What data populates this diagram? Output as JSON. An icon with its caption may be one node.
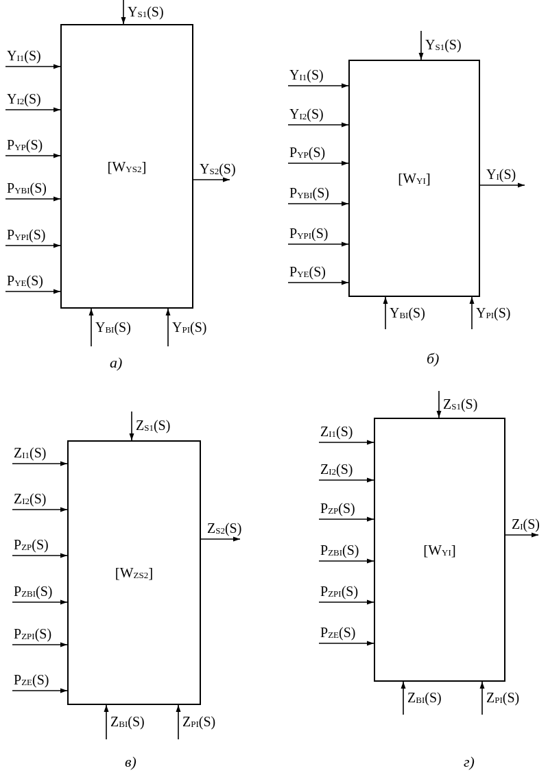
{
  "diagram": {
    "nodes": [
      {
        "text": [
          "[W$_{YS2}$]"
        ]
      },
      {
        "text": [
          "[W$_{YI}$]"
        ]
      },
      {
        "text": [
          "[W$_{ZS2}$]"
        ]
      },
      {
        "text": [
          "[W$_{YI}$]"
        ]
      }
    ],
    "edges": [
      {
        "from": null,
        "to": 0,
        "arrow": "to",
        "label": "Y$_{S1}$(S)"
      },
      {
        "from": null,
        "to": 0,
        "arrow": "to",
        "label": "Y$_{I1}$(S)"
      },
      {
        "from": null,
        "to": 0,
        "arrow": "to",
        "label": "Y$_{I2}$(S)"
      },
      {
        "from": null,
        "to": 0,
        "arrow": "to",
        "label": "P$_{YP}$(S)"
      },
      {
        "from": null,
        "to": 0,
        "arrow": "to",
        "label": "P$_{YBI}$(S)"
      },
      {
        "from": null,
        "to": 0,
        "arrow": "to",
        "label": "P$_{YPI}$(S)"
      },
      {
        "from": null,
        "to": 0,
        "arrow": "to",
        "label": "P$_{YE}$(S)"
      },
      {
        "from": 0,
        "to": null,
        "arrow": "to",
        "label": "Y$_{S2}$(S)"
      },
      {
        "from": null,
        "to": 0,
        "arrow": "to",
        "label": "Y$_{BI}$(S)"
      },
      {
        "from": null,
        "to": 0,
        "arrow": "to",
        "label": "Y$_{PI}$(S)"
      },
      {
        "from": null,
        "to": 1,
        "arrow": "to",
        "label": "Y$_{S1}$(S)"
      },
      {
        "from": null,
        "to": 1,
        "arrow": "to",
        "label": "Y$_{I1}$(S)"
      },
      {
        "from": null,
        "to": 1,
        "arrow": "to",
        "label": "Y$_{I2}$(S)"
      },
      {
        "from": null,
        "to": 1,
        "arrow": "to",
        "label": "P$_{YP}$(S)"
      },
      {
        "from": null,
        "to": 1,
        "arrow": "to",
        "label": "P$_{YBI}$(S)"
      },
      {
        "from": null,
        "to": 1,
        "arrow": "to",
        "label": "P$_{YPI}$(S)"
      },
      {
        "from": null,
        "to": 1,
        "arrow": "to",
        "label": "P$_{YE}$(S)"
      },
      {
        "from": 1,
        "to": null,
        "arrow": "to",
        "label": "Y$_{I}$(S)"
      },
      {
        "from": null,
        "to": 1,
        "arrow": "to",
        "label": "Y$_{BI}$(S)"
      },
      {
        "from": null,
        "to": 1,
        "arrow": "to",
        "label": "Y$_{PI}$(S)"
      },
      {
        "from": null,
        "to": 2,
        "arrow": "to",
        "label": "Z$_{S1}$(S)"
      },
      {
        "from": null,
        "to": 2,
        "arrow": "to",
        "label": "Z$_{I1}$(S)"
      },
      {
        "from": null,
        "to": 2,
        "arrow": "to",
        "label": "Z$_{I2}$(S)"
      },
      {
        "from": null,
        "to": 2,
        "arrow": "to",
        "label": "P$_{ZP}$(S)"
      },
      {
        "from": null,
        "to": 2,
        "arrow": "to",
        "label": "P$_{ZBI}$(S)"
      },
      {
        "from": null,
        "to": 2,
        "arrow": "to",
        "label": "P$_{ZPI}$(S)"
      },
      {
        "from": null,
        "to": 2,
        "arrow": "to",
        "label": "P$_{ZE}$(S)"
      },
      {
        "from": 2,
        "to": null,
        "arrow": "to",
        "label": "Z$_{S2}$(S)"
      },
      {
        "from": null,
        "to": 2,
        "arrow": "to",
        "label": "Z$_{BI}$(S)"
      },
      {
        "from": null,
        "to": 2,
        "arrow": "to",
        "label": "Z$_{PI}$(S)"
      },
      {
        "from": null,
        "to": 3,
        "arrow": "to",
        "label": "Z$_{S1}$(S)"
      },
      {
        "from": null,
        "to": 3,
        "arrow": "to",
        "label": "Z$_{I1}$(S)"
      },
      {
        "from": null,
        "to": 3,
        "arrow": "to",
        "label": "Z$_{I2}$(S)"
      },
      {
        "from": null,
        "to": 3,
        "arrow": "to",
        "label": "P$_{ZP}$(S)"
      },
      {
        "from": null,
        "to": 3,
        "arrow": "to",
        "label": "P$_{ZBI}$(S)"
      },
      {
        "from": null,
        "to": 3,
        "arrow": "to",
        "label": "P$_{ZPI}$(S)"
      },
      {
        "from": null,
        "to": 3,
        "arrow": "to",
        "label": "P$_{ZE}$(S)"
      },
      {
        "from": 3,
        "to": null,
        "arrow": "to",
        "label": "Z$_{I}$(S)"
      },
      {
        "from": null,
        "to": 3,
        "arrow": "to",
        "label": "Z$_{BI}$(S)"
      },
      {
        "from": null,
        "to": 3,
        "arrow": "to",
        "label": "Z$_{PI}$(S)"
      }
    ],
    "labels": [
      "а)",
      "б)",
      "в)",
      "г)"
    ]
  }
}
